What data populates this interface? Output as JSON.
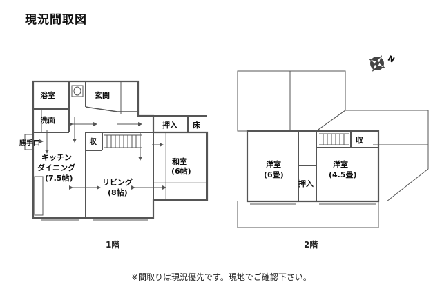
{
  "title": "現況間取図",
  "floors": [
    {
      "label": "1階",
      "rooms": {
        "bath": "浴室",
        "entrance": "玄関",
        "washroom": "洗面",
        "storage_closet": "押入",
        "alcove": "床",
        "back_door": "勝手口",
        "storage_1": "収",
        "kitchen_line1": "キッチン",
        "kitchen_line2": "ダイニング",
        "kitchen_size": "(7.5帖)",
        "living": "リビング",
        "living_size": "(8帖)",
        "washitsu": "和室",
        "washitsu_size": "(6帖)"
      }
    },
    {
      "label": "2階",
      "rooms": {
        "storage": "収",
        "western_1": "洋室",
        "western_1_size": "(6畳)",
        "closet": "押入",
        "western_2": "洋室",
        "western_2_size": "(4.5畳)"
      }
    }
  ],
  "compass_letter": "N",
  "note": "※間取りは現況優先です。現地でご確認下さい。"
}
